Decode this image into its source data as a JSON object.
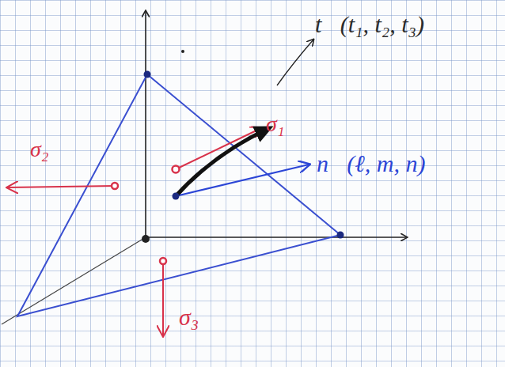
{
  "diagram": {
    "labels": [
      "t⃗(t₁, t₂, t₃)",
      "σ₁",
      "n⃗(ℓ, m, n)",
      "σ₂",
      "σ₃"
    ]
  }
}
